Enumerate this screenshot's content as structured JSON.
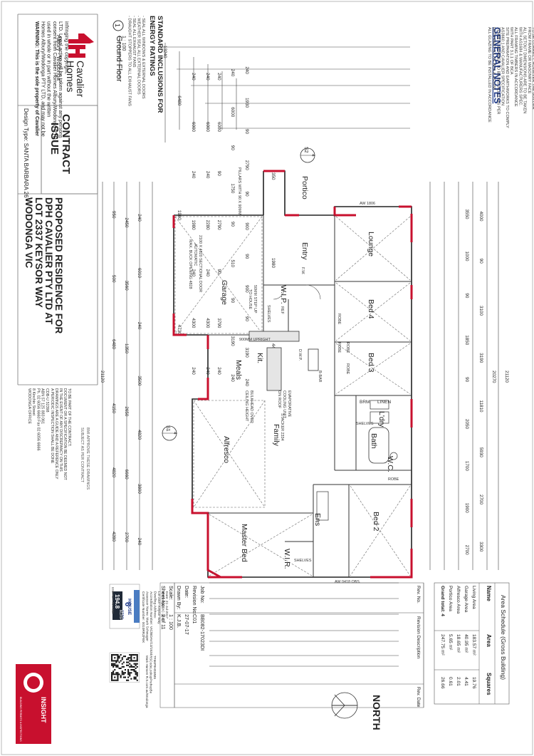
{
  "general_notes": {
    "title": "GENERAL NOTES",
    "lines": [
      "ALL GLAZING TO BE INSTALLED IN ACCORDANCE",
      "WITH PART 3.6 OF BCA & AS1288",
      "TERMITE BARRIER TO BE INSTALLED AS PER",
      "AS3660.1 AND CAVALIER SPECIFICATION",
      "SITE PREPARATION AND EARTHWORKS TO COMPLY",
      "WITH PART 3.1.1 OF BCA",
      "ALL FRAMING TIMBERS IN ACCORDANCE",
      "WITH AS1684 & MANUFACTURERS SPEC.",
      "ALL SETOUT DIMENSIONS ARE TO BE TAKEN",
      "FROM FRAME OR MASONRY FACE",
      "TO BE CORRECT, HOWEVER THE BUILDER",
      "AND OWNER TO VERIFY ALL DIMENSIONS BEFORE",
      "COMMENCEMENT OF CONSTRUCTION",
      "TOILET DOORS TO BE FITTED WITH LIFT OFF HINGES",
      "OR HAVE SUFFICIENT CLEARANCE FOR REMOVAL OF DOOR",
      "FROM THE OUTSIDE"
    ]
  },
  "standard_inclusions": {
    "title_1": "STANDARD INCLUSIONS FOR",
    "title_2": "ENERGY RATINGS",
    "lines": [
      "- SEAL ALL WINDOWS & EXTERNAL DOORS",
      "- WEATHER SEAL ALL EXTERNAL DOORS",
      "- SEAL ALL EXHAUST FANS",
      "- DRAUGHT STOPPERS TO ALL EXHAUST FANS"
    ]
  },
  "view_label": {
    "number": "1",
    "title": "Ground Floor",
    "scale": "1 : 100"
  },
  "warning": {
    "lines": [
      "WARNING: This is the sole property of Cavalier",
      "Homes Albury/Wodonga PTY LTD, and may not be",
      "used in whole or in part without the written",
      "consent from Cavalier Homes Albury/Wodonga PTD",
      "LTD. Legal action will be taken against any persons",
      "infringing the copyright."
    ]
  },
  "brand": {
    "name_1": "Cavalier",
    "name_2": "Homes",
    "location": "Albury - Wodonga",
    "accent": "#c8102e"
  },
  "design_type": "Design Type: SANTA BARBARA 26",
  "issue_box": {
    "line_1": "CONTRACT",
    "line_2": "ISSUE"
  },
  "project": {
    "line_1": "PROPOSED RESIDENCE FOR",
    "line_2": "DPH CAVALIER PTY LTD AT",
    "line_3": "LOT 2337 KEYSOR WAY",
    "line_4": "WODONGA VIC"
  },
  "office": {
    "lines": [
      "WODONGA OFFICE",
      "8 Kinchin Street",
      "Ph. 02 6056 6660 Fax 02 6056 6666",
      "ABN 57 125 883 061",
      "CDB-U 52398"
    ]
  },
  "disclaimer": {
    "lines": [
      "A PERIODIC INSPECTION SHALL BE DONE",
      "DRAWINGS ARE A GUIDE AND A REFERENCE ONLY",
      "IN THE EVENT OF ANY DISCREPANCY ON THIS",
      "DOCUMENT OR A SPECIFICATION BE DEEMED NOT",
      "TO BE PART OF THE CONTRACT."
    ]
  },
  "stamp": {
    "line_1": "BMI APPROVE THESE DRAWINGS",
    "line_2": "SUBJECT AS PER CONTRACT"
  },
  "rooms": {
    "portico": "Portico",
    "lounge": "Lounge",
    "entry": "Entry",
    "bed4": "Bed 4",
    "bed3": "Bed 3",
    "garage": "Garage",
    "wip": "W.I.P.",
    "kitchen": "Kit.",
    "meals": "Meals",
    "family": "Family",
    "alfresco": "Alfresco",
    "ldry": "L'dry",
    "bath": "Bath",
    "wc": "W.C.",
    "bed2": "Bed 2",
    "master": "Master Bed",
    "ens": "Ens",
    "wir": "W.I.R."
  },
  "fixtures": {
    "brm": "BRM",
    "linen": "LINEN",
    "shelves_wip": "SHELVES",
    "shelves_ldry": "SHELVES",
    "robe_1": "ROBE",
    "robe_2": "ROBE",
    "robe_3": "ROBE",
    "robe_4": "ROBE",
    "robe_bed2": "ROBE",
    "shelves_wir": "SHELVES",
    "bar": "B-BAR",
    "upright": "900MM UPRIGHT",
    "dwp": "D.W.P.",
    "ref": "REF",
    "fw": "F.W.",
    "garage_door_1": "2100 X 4820 SECTIONAL DOOR",
    "garage_door_2": "AUTOMATIC",
    "garage_door_3": "MAX. BUCK OPENING 4828",
    "step_1": "50MM STEP UP",
    "step_2": "TO HOUSE",
    "stacker": "STACKER 2334",
    "evap_1": "EVAPORATIVE",
    "evap_2": "COOLING UNIT",
    "evap_3": "ON ROOF",
    "bulkhead": "BULKHEAD OVER",
    "ceiling": "CEILING HEIGHT",
    "pillars": "PILLARS WITH 90 X 90MM",
    "aw_front": "AW 1806",
    "aw_rear": "AW 0418 OBS."
  },
  "dims": {
    "top_overall": "13240",
    "top_r1": [
      "6480",
      "1980",
      "4730"
    ],
    "top_r2": [
      "240",
      "6000",
      "240",
      "1980",
      "240",
      "4300",
      "240"
    ],
    "top_r3": [
      "240",
      "6000",
      "240",
      "2280",
      "240",
      "4300",
      "240"
    ],
    "top_r4": [
      "240",
      "6000",
      "90",
      "2790",
      "90",
      "3790",
      "240"
    ],
    "top_r5": [
      "240",
      "6000",
      "90",
      "1750",
      "90",
      "510",
      "90",
      "3190",
      "240"
    ],
    "top_r6": [
      "240",
      "1930",
      "90",
      "2790",
      "90",
      "900",
      "90",
      "900",
      "90",
      "3190",
      "240"
    ],
    "porch": [
      "350",
      "1980",
      "4430"
    ],
    "bottom_r1": [
      "240",
      "6840",
      "90",
      "516",
      "90",
      "3190",
      "240"
    ],
    "bottom_r2": [
      "240",
      "3700",
      "240",
      "4300",
      "90",
      "950",
      "90",
      "2750",
      "240"
    ],
    "bottom_r3": [
      "1160",
      "240",
      "5530",
      "90",
      "3310",
      "90",
      "1700",
      "240"
    ],
    "bottom_r4": [
      "2040",
      "240",
      "3940",
      "90",
      "1580",
      "90",
      "2010",
      "90",
      "3000",
      "90",
      "240"
    ],
    "bottom_r5": "11280",
    "bottom_overall": "13240",
    "left_overall": "21120",
    "left_r1": [
      "950",
      "500",
      "6480",
      "4150",
      "4820",
      "4280"
    ],
    "left_r2": [
      "2450",
      "3560",
      "1350",
      "2650",
      "6660",
      "2700"
    ],
    "left_r3": [
      "240",
      "6010",
      "240",
      "3500",
      "4820",
      "3800",
      "240"
    ],
    "right_overall": "21120",
    "right_r1": [
      "4000",
      "90",
      "3100",
      "3190",
      "11810",
      "5930",
      "2700",
      "3300"
    ],
    "right_r2": [
      "3550",
      "1000",
      "90",
      "1850",
      "90",
      "2050",
      "1700",
      "1900",
      "2700"
    ],
    "right_mid": "20270"
  },
  "area_schedule": {
    "title": "Area Schedule (Gross Building)",
    "col_name": "Name",
    "col_area": "Area",
    "col_squares": "Squares",
    "rows": [
      {
        "name": "Living Area",
        "area": "183.57 m²",
        "squares": "19.76"
      },
      {
        "name": "Garage Area",
        "area": "40.95 m²",
        "squares": "4.41"
      },
      {
        "name": "Alfresco Area",
        "area": "18.65 m²",
        "squares": "2.01"
      },
      {
        "name": "Portico Area",
        "area": "5.65 m²",
        "squares": "0.61"
      },
      {
        "name": "Grand total: 4",
        "area": "247.75 m²",
        "squares": "26.66"
      }
    ]
  },
  "energy": {
    "stars": "6",
    "star_label": "STAR",
    "nathers": "HOUSE",
    "rating": "194.8",
    "unit": "MJ/m²",
    "brand": "ENERGY RATING",
    "assessor_lines": [
      "Certificate Number: 0010RRZFEK",
      "Assessor Name: Mark Schwager",
      "Accreditation Number: VIC/BDAV/13/1534",
      "Dwelling Address:",
      "Lot 2337 Keysor Way",
      "Wodonga VIC 3690",
      "Date: 21-Jul-2017"
    ],
    "verify_lines": [
      "Mark Hansen R.S.com.au/Wodonga",
      "RSCodeLookupPrefrepBe",
      "TF66P9HSMM6"
    ]
  },
  "revisions": {
    "col_no": "Rev. No.",
    "col_desc": "Revision Description",
    "col_date": "Rev. Date"
  },
  "title_block": {
    "job_label": "Job No:",
    "job_value": "BB082-17023DI",
    "revision_label": "Revision No:",
    "revision_value": "C01",
    "date_label": "Date:",
    "date_value": "27-07-17",
    "drawn_label": "Drawn By:",
    "drawn_value": "K.J.B.",
    "scale_label": "Scale:",
    "scale_value": "1 : 100",
    "sheet_label": "Sheet No:",
    "sheet_value": "2 of 11"
  },
  "north": "NORTH",
  "section_marks": {
    "s1": "S1",
    "s1_sheet": "4",
    "s2": "S2",
    "s2_sheet": "4"
  },
  "insight": {
    "name": "INSIGHT",
    "tag": "BUILDING PERMITS & INSPECTIONS"
  }
}
